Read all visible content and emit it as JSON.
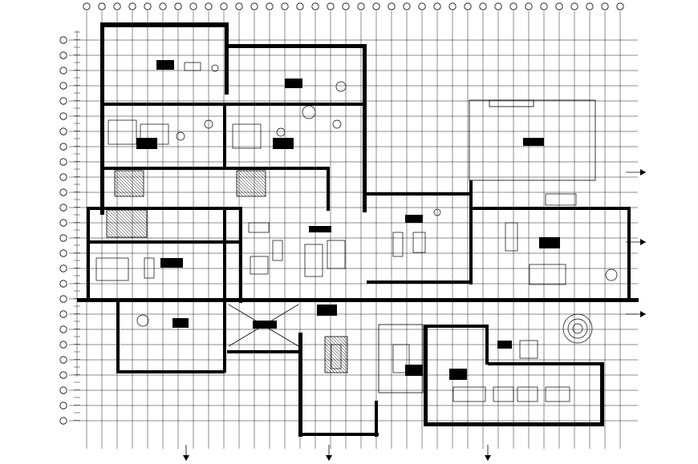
{
  "drawing": {
    "type": "architectural floor plan",
    "grid_columns_count": 36,
    "grid_rows_count": 26,
    "section_markers_bottom": 3,
    "section_markers_right": 3,
    "line_color": "#000000",
    "background_color": "#ffffff"
  }
}
